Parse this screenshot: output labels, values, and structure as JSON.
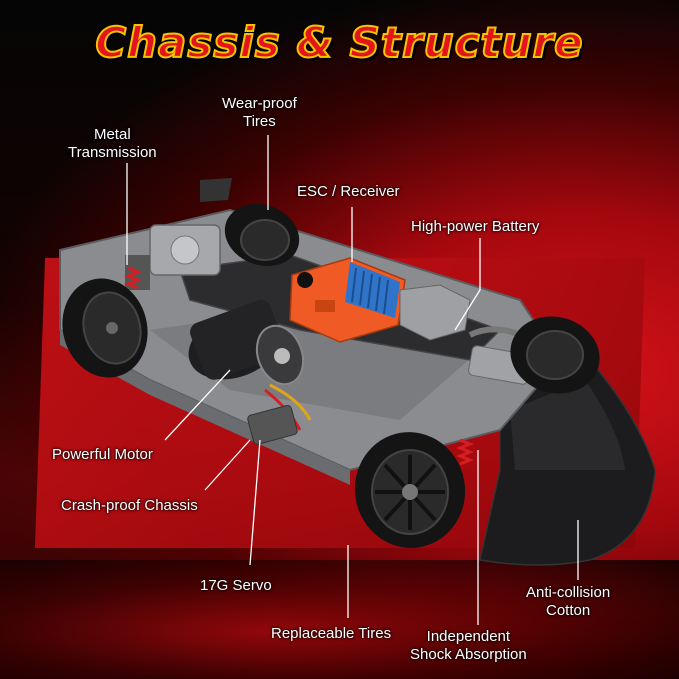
{
  "title": "Chassis & Structure",
  "labels": {
    "wear_proof_tires": [
      "Wear-proof",
      "Tires"
    ],
    "metal_transmission": [
      "Metal",
      "Transmission"
    ],
    "esc_receiver": "ESC / Receiver",
    "high_power_battery": "High-power Battery",
    "powerful_motor": "Powerful Motor",
    "crash_proof_chassis": "Crash-proof Chassis",
    "servo": "17G Servo",
    "replaceable_tires": "Replaceable Tires",
    "independent_shock": [
      "Independent",
      "Shock Absorption"
    ],
    "anti_collision": [
      "Anti-collision",
      "Cotton"
    ]
  },
  "colors": {
    "title_fill": "#e3141b",
    "title_stroke": "#f5c400",
    "background_red": "#d8121a",
    "esc_orange": "#f05a24",
    "heatsink_blue": "#2f74c9",
    "spring_red": "#d41e22",
    "chassis_gray": "#8a8c90"
  }
}
